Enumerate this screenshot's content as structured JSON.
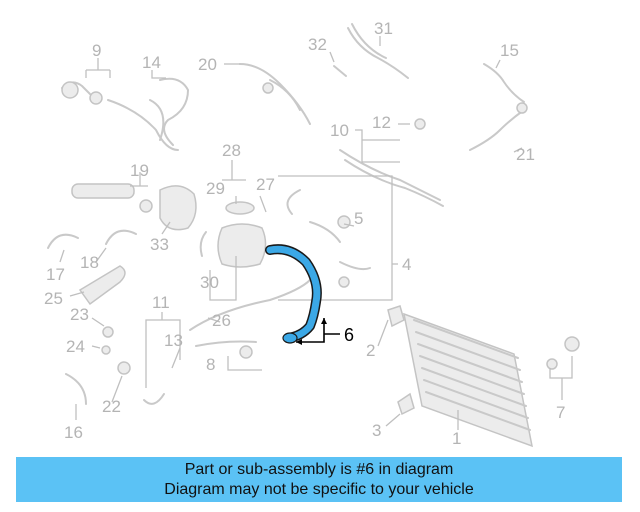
{
  "diagram": {
    "part_numbers": [
      "1",
      "2",
      "3",
      "4",
      "5",
      "6",
      "7",
      "8",
      "9",
      "10",
      "11",
      "12",
      "13",
      "14",
      "15",
      "16",
      "17",
      "18",
      "19",
      "20",
      "21",
      "22",
      "23",
      "24",
      "25",
      "26",
      "27",
      "28",
      "29",
      "30",
      "31",
      "32",
      "33"
    ],
    "highlighted_part": "6",
    "highlight_color": "#3ba8e6",
    "part_color": "#c9c9c9"
  },
  "footer": {
    "line1": "Part or sub-assembly is #6 in diagram",
    "line2": "Diagram may not be specific to your vehicle",
    "background": "#5bc2f5"
  }
}
